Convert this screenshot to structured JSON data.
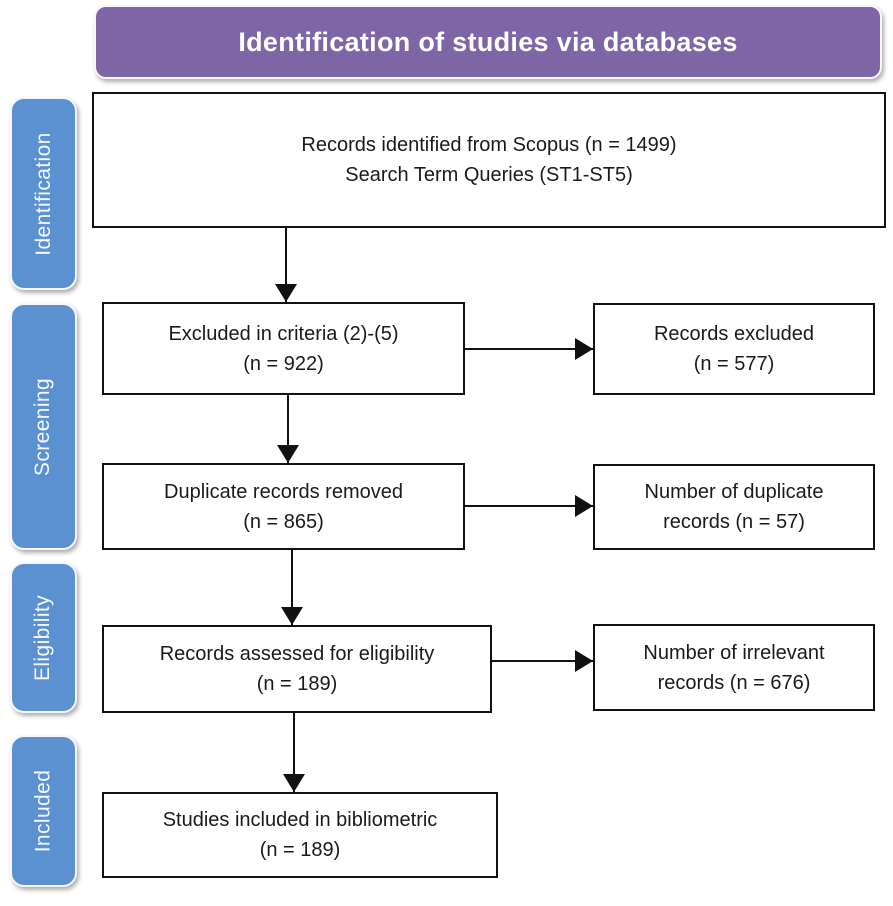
{
  "header": {
    "title": "Identification of studies via databases",
    "bg_color": "#7E65A5"
  },
  "sidebar": {
    "bg_color": "#5B91D0",
    "stages": [
      {
        "label": "Identification"
      },
      {
        "label": "Screening"
      },
      {
        "label": "Eligibility"
      },
      {
        "label": "Included"
      }
    ]
  },
  "flow": {
    "records_identified": {
      "line1": "Records identified from Scopus (n = 1499)",
      "line2": "Search Term Queries (ST1-ST5)"
    },
    "excluded_criteria": {
      "line1": "Excluded in criteria (2)-(5)",
      "line2": "(n = 922)"
    },
    "duplicates_removed": {
      "line1": "Duplicate records removed",
      "line2": "(n = 865)"
    },
    "records_assessed": {
      "line1": "Records assessed for eligibility",
      "line2": "(n = 189)"
    },
    "studies_included": {
      "line1": "Studies included in bibliometric",
      "line2": "(n = 189)"
    },
    "records_excluded": {
      "line1": "Records excluded",
      "line2": "(n = 577)"
    },
    "duplicate_count": {
      "line1": "Number of duplicate",
      "line2": "records (n = 57)"
    },
    "irrelevant_count": {
      "line1": "Number of irrelevant",
      "line2": "records (n = 676)"
    }
  }
}
